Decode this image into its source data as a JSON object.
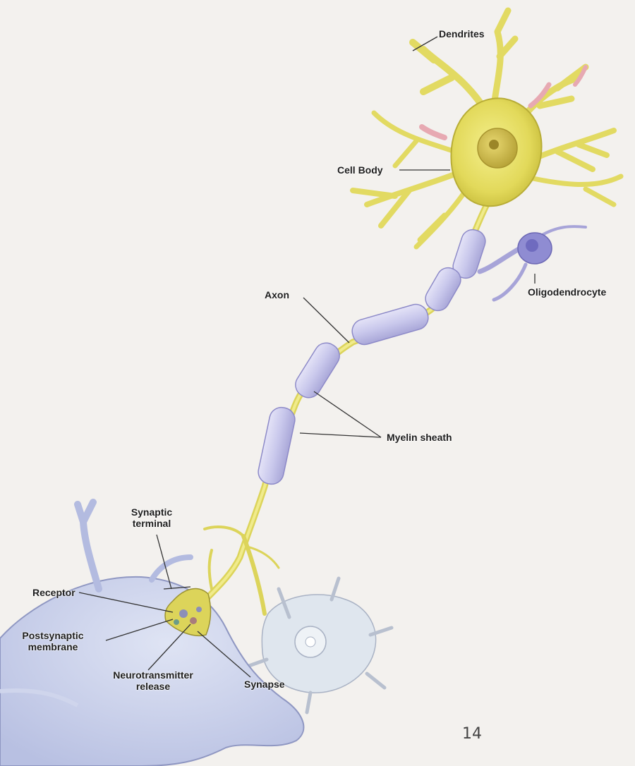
{
  "labels": {
    "dendrites": "Dendrites",
    "cell_body": "Cell Body",
    "oligodendrocyte": "Oligodendrocyte",
    "axon": "Axon",
    "myelin_sheath": "Myelin sheath",
    "synaptic_terminal_line1": "Synaptic",
    "synaptic_terminal_line2": "terminal",
    "receptor": "Receptor",
    "postsynaptic_line1": "Postsynaptic",
    "postsynaptic_line2": "membrane",
    "neurotransmitter_line1": "Neurotransmitter",
    "neurotransmitter_line2": "release",
    "synapse": "Synapse"
  },
  "page_number": "14",
  "colors": {
    "background": "#f3f1ee",
    "neuron": "#e8e36a",
    "neuron_dark": "#c9bf3a",
    "myelin": "#c9c8ec",
    "target_cell": "#c9d0ea",
    "leader_line": "#333333"
  }
}
